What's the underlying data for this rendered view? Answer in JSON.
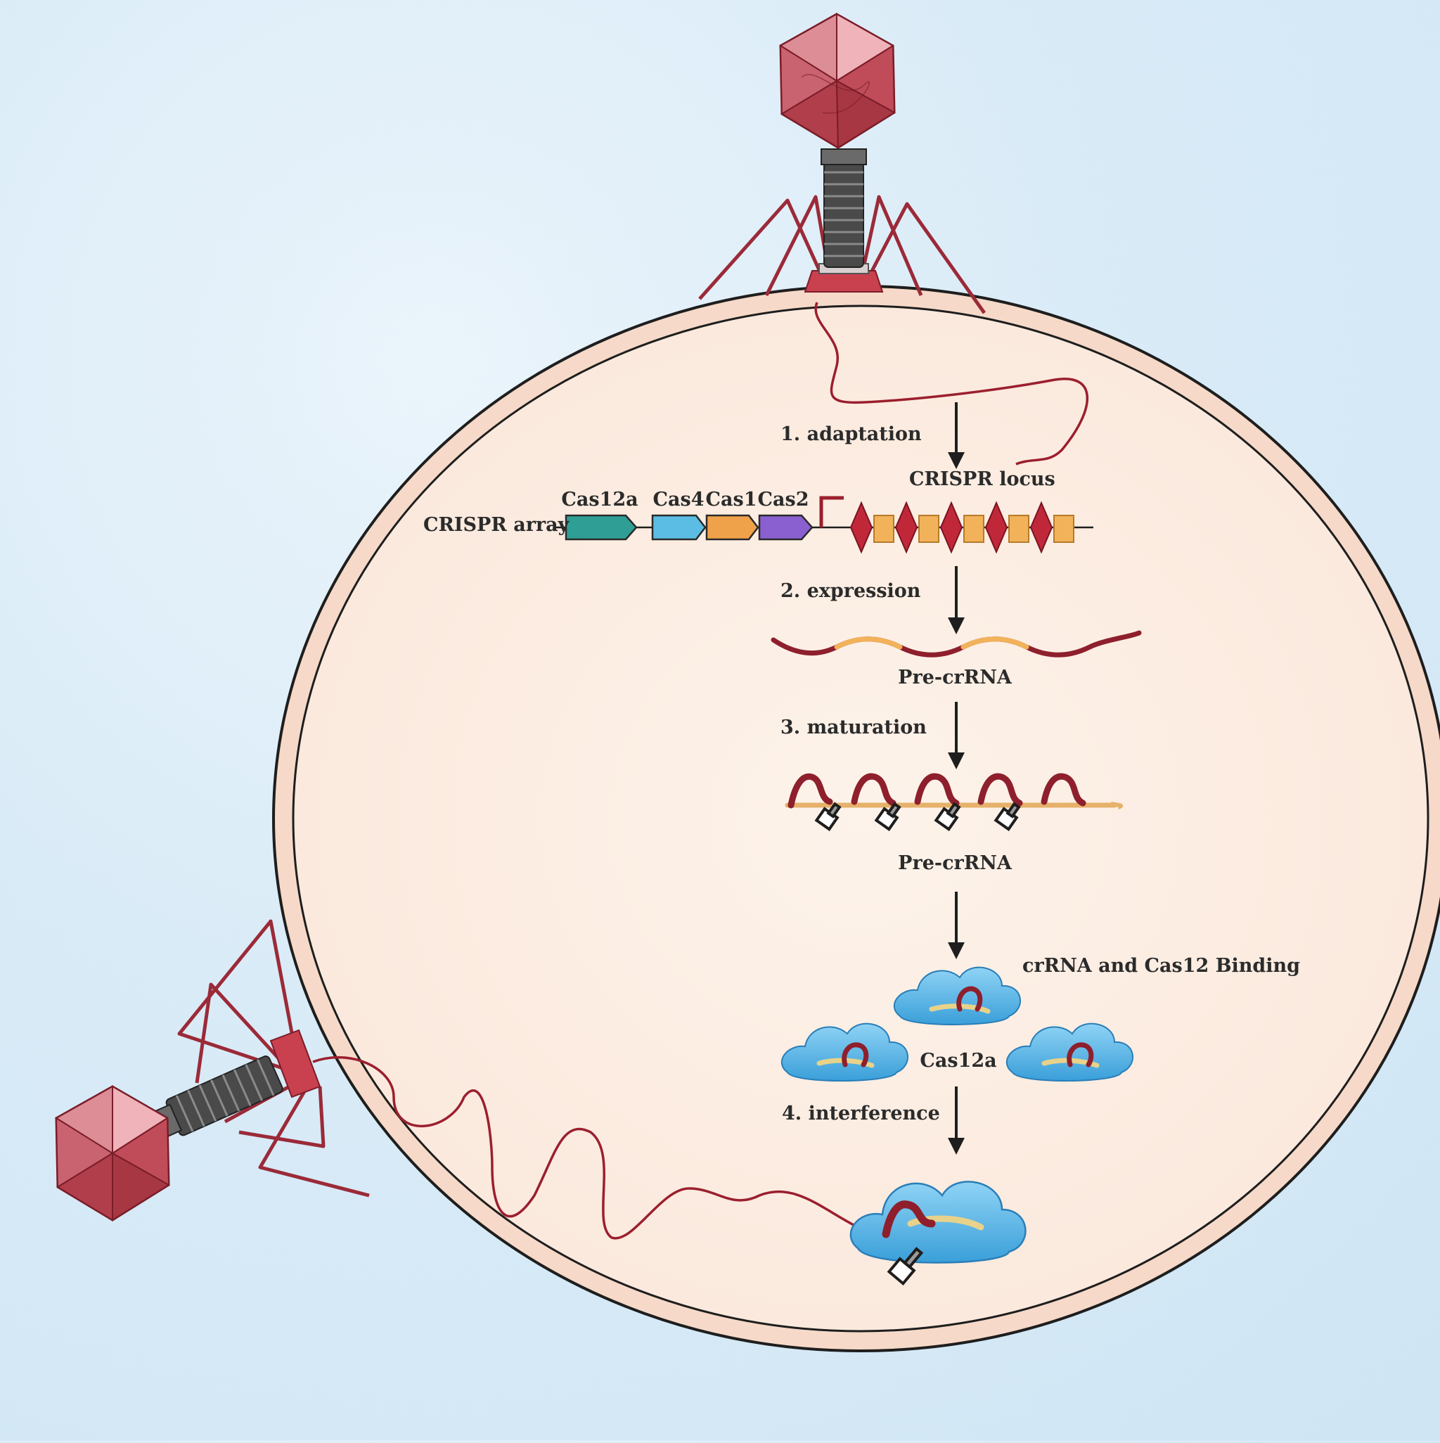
{
  "steps": {
    "adaptation": "1. adaptation",
    "expression": "2. expression",
    "maturation": "3. maturation",
    "interference": "4. interference"
  },
  "labels": {
    "crispr_locus": "CRISPR locus",
    "crispr_array": "CRISPR array",
    "pre_crrna_1": "Pre-crRNA",
    "pre_crrna_2": "Pre-crRNA",
    "binding": "crRNA and Cas12 Binding",
    "cas12a_complex": "Cas12a"
  },
  "genes": [
    {
      "label": "Cas12a",
      "color": "#2f9e94"
    },
    {
      "label": "Cas4",
      "color": "#5bbde3"
    },
    {
      "label": "Cas1",
      "color": "#f0a24a"
    },
    {
      "label": "Cas2",
      "color": "#8a5fd0"
    }
  ],
  "colors": {
    "cell_membrane": "#f6d9c8",
    "cell_interior": "#fdf1e7",
    "phage": "#c9505e",
    "repeat": "#c0283a",
    "spacer": "#f2b25a",
    "rna": "#8e1f2c",
    "cas12a_protein": "#4db3e8"
  }
}
